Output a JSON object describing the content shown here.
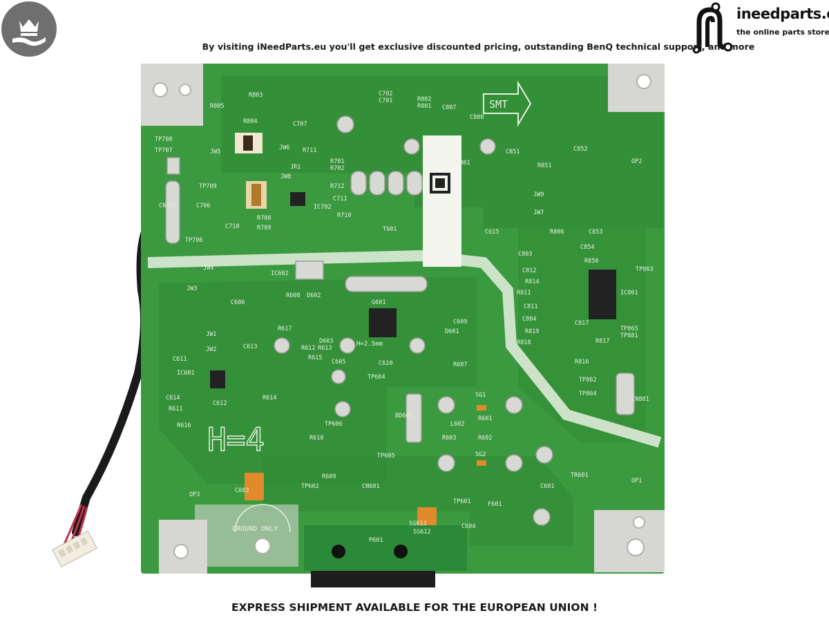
{
  "header": {
    "tagline": "By visiting iNeedParts.eu you'll get exclusive discounted pricing, outstanding BenQ technical support, and more",
    "badge_icon": "crown-on-hand-icon"
  },
  "brand": {
    "name": "ineedparts.eu",
    "tagline": "the online parts store",
    "icon": "circuit-n-logo-icon"
  },
  "photo": {
    "silkscreen": {
      "board_mark": "H=4",
      "ground_label": "GROUND ONLY",
      "smt_label": "SMT",
      "transistor_height": "H=2.5mm",
      "ref_designators": [
        "R803",
        "R805",
        "R804",
        "C707",
        "C702",
        "C701",
        "R802",
        "R801",
        "C807",
        "C808",
        "TP708",
        "TP707",
        "JW5",
        "JW6",
        "R711",
        "R701",
        "R702",
        "JR1",
        "JW8",
        "R712",
        "TP709",
        "C706",
        "CN701",
        "C711",
        "IC702",
        "C710",
        "R708",
        "R709",
        "R710",
        "TP706",
        "T601",
        "D801",
        "CB51",
        "R851",
        "C852",
        "JW9",
        "JW7",
        "C615",
        "R806",
        "C853",
        "C803",
        "C854",
        "R850",
        "C812",
        "R814",
        "R811",
        "TP863",
        "IC801",
        "C811",
        "C804",
        "C817",
        "TP865",
        "TP881",
        "R819",
        "R818",
        "R817",
        "R816",
        "TP862",
        "TP864",
        "CN881",
        "IC602",
        "JW4",
        "JW3",
        "C606",
        "R608",
        "D602",
        "G601",
        "C609",
        "D601",
        "R617",
        "D603",
        "R612",
        "R613",
        "R615",
        "C610",
        "C605",
        "R607",
        "JW1",
        "JW2",
        "C613",
        "C611",
        "IC601",
        "TP604",
        "SG1",
        "C614",
        "C612",
        "R614",
        "R611",
        "R616",
        "BD601",
        "L602",
        "R601",
        "TP606",
        "R603",
        "R602",
        "SG2",
        "TP605",
        "R610",
        "R609",
        "C603",
        "TP602",
        "CN601",
        "TP601",
        "F601",
        "TR601",
        "C601",
        "OP1",
        "OP2",
        "OP3",
        "P601",
        "SG613",
        "SG612",
        "C604"
      ]
    }
  },
  "footer": {
    "text": "EXPRESS SHIPMENT AVAILABLE FOR THE EUROPEAN UNION !"
  },
  "colors": {
    "pcb_green": "#3b9a3f",
    "trace_green": "#2f8a34",
    "silkscreen": "#e8f0e2",
    "pad_silver": "#d6d6d2",
    "badge_gray": "#6f6f6f"
  }
}
